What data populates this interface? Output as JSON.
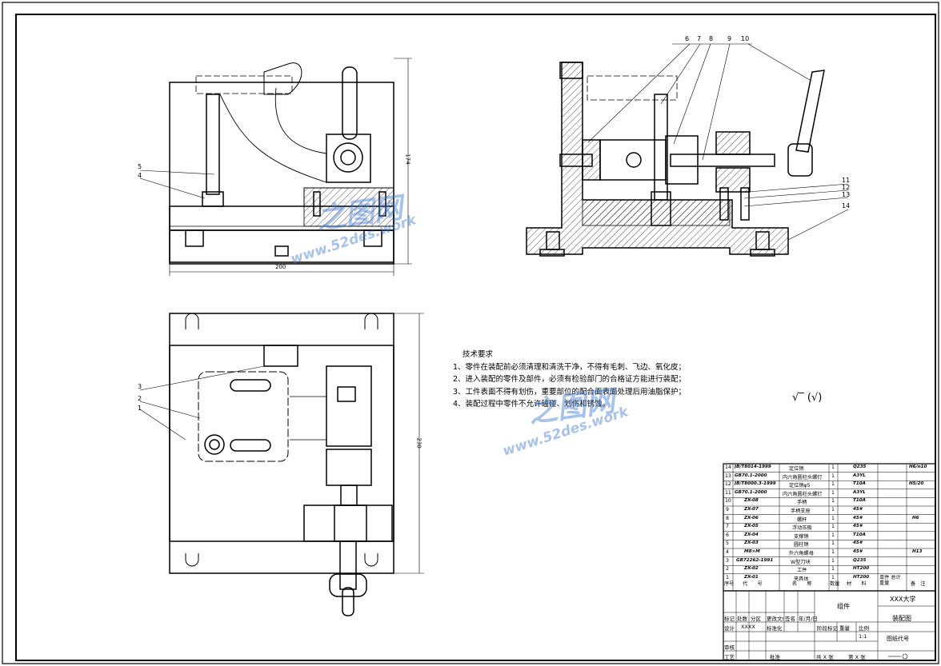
{
  "tech_requirements": {
    "title": "技术要求",
    "items": [
      "1、零件在装配前必须清理和清洗干净，不得有毛刺、飞边、氧化皮；",
      "2、进入装配的零件及部件，必须有检验部门的合格证方能进行装配；",
      "3、工件表面不得有划伤，重要部位的配合面表面处理后用油脂保护；",
      "4、装配过程中零件不允许磕碰、划伤和锈蚀。"
    ]
  },
  "roughness_symbol": "√‾ (√)",
  "watermarks": [
    {
      "brand": "之图网",
      "url": "www.52des.work"
    },
    {
      "brand": "之图网",
      "url": "www.52des.work"
    }
  ],
  "dimensions": {
    "front_width": "200",
    "front_height": "174",
    "top_height": "230"
  },
  "callouts": {
    "front": [
      "5",
      "4"
    ],
    "side_top": [
      "6",
      "7",
      "8",
      "9",
      "10"
    ],
    "side_right": [
      "11",
      "12",
      "13",
      "14"
    ],
    "top": [
      "3",
      "2",
      "1"
    ]
  },
  "bom": {
    "rows": [
      {
        "no": "14",
        "code": "JB/T8014-1999",
        "name": "定位销",
        "qty": "1",
        "material": "Q235",
        "note": "H6/n10"
      },
      {
        "no": "13",
        "code": "GB70.1-2000",
        "name": "内六角圆柱头螺钉",
        "qty": "1",
        "material": "A3YL",
        "note": ""
      },
      {
        "no": "12",
        "code": "JB/T8000.3-1999",
        "name": "定位销φ5",
        "qty": "1",
        "material": "T10A",
        "note": "H5/20"
      },
      {
        "no": "11",
        "code": "GB70.1-2000",
        "name": "内六角圆柱头螺钉",
        "qty": "1",
        "material": "A3YL",
        "note": ""
      },
      {
        "no": "10",
        "code": "ZX-08",
        "name": "手柄",
        "qty": "1",
        "material": "T10A",
        "note": ""
      },
      {
        "no": "9",
        "code": "ZX-07",
        "name": "手柄支座",
        "qty": "1",
        "material": "45#",
        "note": ""
      },
      {
        "no": "8",
        "code": "ZX-06",
        "name": "螺杆",
        "qty": "1",
        "material": "45#",
        "note": "H6"
      },
      {
        "no": "7",
        "code": "ZX-05",
        "name": "浮动压板",
        "qty": "1",
        "material": "45#",
        "note": ""
      },
      {
        "no": "6",
        "code": "ZX-04",
        "name": "支撑销",
        "qty": "1",
        "material": "T10A",
        "note": ""
      },
      {
        "no": "5",
        "code": "ZX-03",
        "name": "圆柱销",
        "qty": "1",
        "material": "45#",
        "note": ""
      },
      {
        "no": "4",
        "code": "M8×M",
        "name": "外六角螺母",
        "qty": "1",
        "material": "45#",
        "note": "H13"
      },
      {
        "no": "3",
        "code": "GB72262-1991",
        "name": "W型刀块",
        "qty": "1",
        "material": "Q235",
        "note": ""
      },
      {
        "no": "2",
        "code": "ZX-02",
        "name": "工件",
        "qty": "1",
        "material": "HT200",
        "note": ""
      },
      {
        "no": "1",
        "code": "ZX-01",
        "name": "夹具体",
        "qty": "1",
        "material": "HT200",
        "note": ""
      }
    ],
    "header": {
      "no": "序号",
      "code": "代　　号",
      "name": "名　　称",
      "qty": "数量",
      "material": "材　　料",
      "weight": "单件 总计 重量",
      "note": "备　注"
    }
  },
  "title_block": {
    "group": "组件",
    "school": "XXX大学",
    "drawing_name": "装配图",
    "drawing_code": "图纸代号",
    "stage_mark": "阶段标记",
    "weight": "重量",
    "scale_label": "比例",
    "scale": "1:1",
    "rows": [
      "标记",
      "处数",
      "分区",
      "更改文件号",
      "签名",
      "年/月/日"
    ],
    "designer": "设计",
    "designer_name": "XXXX",
    "std": "标准化",
    "review": "审核",
    "process": "工艺",
    "approve": "批准",
    "sheets": "共 X 张",
    "sheet_no": "第 X 张"
  }
}
